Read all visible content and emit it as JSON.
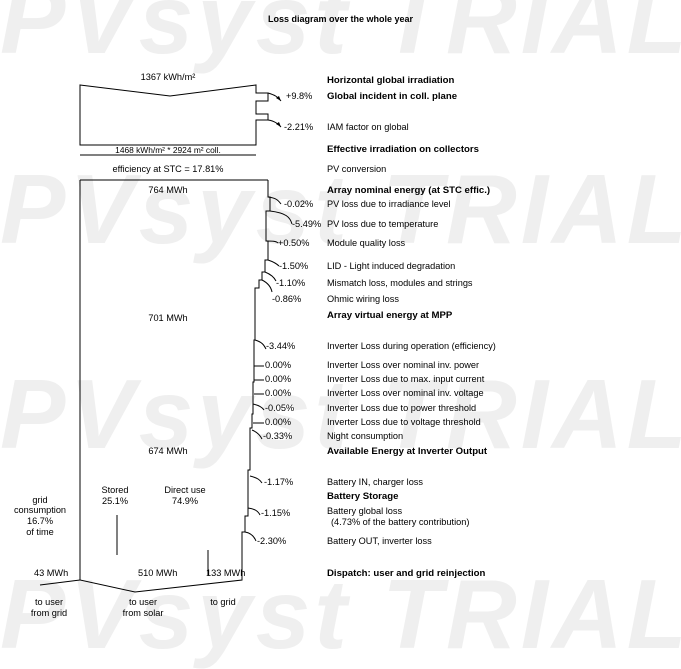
{
  "title": "Loss diagram over the whole year",
  "watermark": "PVsyst TRIAL",
  "top_box": {
    "top_value": "1367 kWh/m²",
    "bottom_value": "1468 kWh/m² * 2924 m² coll.",
    "efficiency": "efficiency at STC = 17.81%"
  },
  "array_box": {
    "nominal_energy": "764 MWh",
    "virtual_energy": "701 MWh",
    "inverter_output": "674 MWh",
    "stored_label": "Stored",
    "stored_pct": "25.1%",
    "direct_label": "Direct use",
    "direct_pct": "74.9%",
    "grid_label": "grid",
    "grid_consumption": "consumption",
    "grid_pct": "16.7%",
    "grid_time": "of time"
  },
  "rows": [
    {
      "value": "",
      "label": "Horizontal global irradiation",
      "bold": true
    },
    {
      "value": "+9.8%",
      "label": "Global incident in coll. plane",
      "bold": true
    },
    {
      "value": "-2.21%",
      "label": "IAM factor on global",
      "bold": false
    },
    {
      "value": "",
      "label": "Effective irradiation on collectors",
      "bold": true
    },
    {
      "value": "",
      "label": "PV conversion",
      "bold": false
    },
    {
      "value": "",
      "label": "Array nominal energy (at STC effic.)",
      "bold": true
    },
    {
      "value": "-0.02%",
      "label": "PV loss due to irradiance level",
      "bold": false
    },
    {
      "value": "-5.49%",
      "label": "PV loss due to temperature",
      "bold": false
    },
    {
      "value": "+0.50%",
      "label": "Module quality loss",
      "bold": false
    },
    {
      "value": "-1.50%",
      "label": "LID - Light induced degradation",
      "bold": false
    },
    {
      "value": "-1.10%",
      "label": "Mismatch loss, modules and strings",
      "bold": false
    },
    {
      "value": "-0.86%",
      "label": "Ohmic wiring loss",
      "bold": false
    },
    {
      "value": "",
      "label": "Array virtual energy at MPP",
      "bold": true
    },
    {
      "value": "-3.44%",
      "label": "Inverter Loss during operation (efficiency)",
      "bold": false
    },
    {
      "value": "0.00%",
      "label": "Inverter Loss over nominal inv. power",
      "bold": false
    },
    {
      "value": "0.00%",
      "label": "Inverter Loss due to max. input current",
      "bold": false
    },
    {
      "value": "0.00%",
      "label": "Inverter Loss over nominal inv. voltage",
      "bold": false
    },
    {
      "value": "-0.05%",
      "label": "Inverter Loss due to power threshold",
      "bold": false
    },
    {
      "value": "0.00%",
      "label": "Inverter Loss due to voltage threshold",
      "bold": false
    },
    {
      "value": "-0.33%",
      "label": "Night consumption",
      "bold": false
    },
    {
      "value": "",
      "label": "Available Energy at Inverter Output",
      "bold": true
    },
    {
      "value": "-1.17%",
      "label": "Battery IN, charger loss",
      "bold": false
    },
    {
      "value": "",
      "label": "Battery Storage",
      "bold": true
    },
    {
      "value": "-1.15%",
      "label": "Battery global loss",
      "bold": false
    },
    {
      "value": "-2.30%",
      "label": "Battery OUT, inverter loss",
      "bold": false
    },
    {
      "value": "",
      "label": "Dispatch: user and grid reinjection",
      "bold": true
    }
  ],
  "battery_note": "(4.73% of the battery contribution)",
  "dispatch": {
    "from_grid_value": "43 MWh",
    "from_solar_value": "510 MWh",
    "to_grid_value": "133 MWh",
    "from_grid_label1": "to user",
    "from_grid_label2": "from grid",
    "from_solar_label1": "to user",
    "from_solar_label2": "from solar",
    "to_grid_label": "to grid"
  }
}
